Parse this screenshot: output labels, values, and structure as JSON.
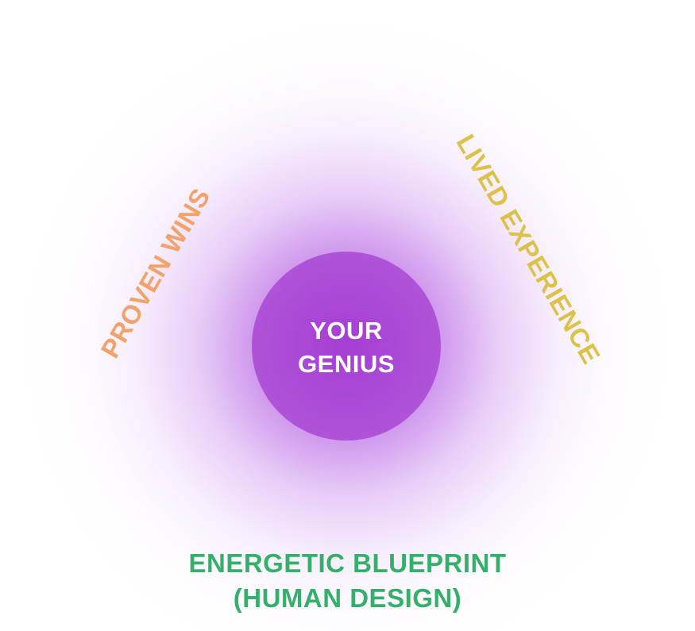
{
  "diagram": {
    "center": {
      "label": "YOUR\nGENIUS"
    },
    "elements": [
      {
        "id": "proven",
        "label": "PROVEN WINS",
        "color": "#f2a26a"
      },
      {
        "id": "lived",
        "label": "LIVED EXPERIENCE",
        "color": "#ddc24a"
      },
      {
        "id": "energetic",
        "label": "ENERGETIC BLUEPRINT\n(HUMAN DESIGN)",
        "color": "#34b06b"
      }
    ],
    "colors": {
      "core": "#a53ed4",
      "glow": "#c27de9",
      "background": "#ffffff"
    }
  }
}
